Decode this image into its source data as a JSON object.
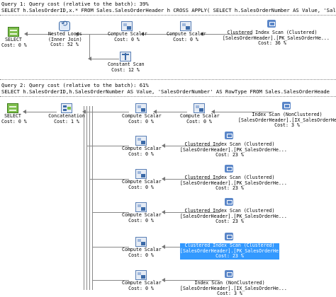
{
  "query1": {
    "title": "Query 1: Query cost (relative to the batch): 39%",
    "sql": "SELECT h.SalesOrderID,x.* FROM Sales.SalesOrderHeader h CROSS APPLY( SELECT h.SalesOrderNumber AS Value, 'Sal",
    "nodes": {
      "select": {
        "l1": "SELECT",
        "l2": "Cost: 0 %"
      },
      "nested": {
        "l1": "Nested Loops",
        "l2": "(Inner Join)",
        "l3": "Cost: 52 %"
      },
      "scalar1": {
        "l1": "Compute Scalar",
        "l2": "Cost: 0 %"
      },
      "scalar2": {
        "l1": "Compute Scalar",
        "l2": "Cost: 0 %"
      },
      "cis": {
        "l1": "Clustered Index Scan (Clustered)",
        "l2": "[SalesOrderHeader].[PK_SalesOrderHe...",
        "l3": "Cost: 36 %"
      },
      "const": {
        "l1": "Constant Scan",
        "l2": "Cost: 12 %"
      }
    }
  },
  "query2": {
    "title": "Query 2: Query cost (relative to the batch): 61%",
    "sql": "SELECT h.SalesOrderID,h.SalesOrderNumber AS Value, 'SalesOrderNumber' AS RowType FROM Sales.SalesOrderHeade",
    "nodes": {
      "select": {
        "l1": "SELECT",
        "l2": "Cost: 0 %"
      },
      "concat": {
        "l1": "Concatenation",
        "l2": "Cost: 1 %"
      },
      "r1_scalar_a": {
        "l1": "Compute Scalar",
        "l2": "Cost: 0 %"
      },
      "r1_scalar_b": {
        "l1": "Compute Scalar",
        "l2": "Cost: 0 %"
      },
      "r1_scan": {
        "l1": "Index Scan (NonClustered)",
        "l2": "[SalesOrderHeader].[IX_SalesOrderHe...",
        "l3": "Cost: 3 %"
      },
      "r2_scalar": {
        "l1": "Compute Scalar",
        "l2": "Cost: 0 %"
      },
      "r2_scan": {
        "l1": "Clustered Index Scan (Clustered)",
        "l2": "[SalesOrderHeader].[PK_SalesOrderHe...",
        "l3": "Cost: 23 %"
      },
      "r3_scalar": {
        "l1": "Compute Scalar",
        "l2": "Cost: 0 %"
      },
      "r3_scan": {
        "l1": "Clustered Index Scan (Clustered)",
        "l2": "[SalesOrderHeader].[PK_SalesOrderHe...",
        "l3": "Cost: 23 %"
      },
      "r4_scalar": {
        "l1": "Compute Scalar",
        "l2": "Cost: 0 %"
      },
      "r4_scan": {
        "l1": "Clustered Index Scan (Clustered)",
        "l2": "[SalesOrderHeader].[PK_SalesOrderHe...",
        "l3": "Cost: 23 %"
      },
      "r5_scalar": {
        "l1": "Compute Scalar",
        "l2": "Cost: 0 %"
      },
      "r5_scan": {
        "l1": "Clustered Index Scan (Clustered)",
        "l2": "[SalesOrderHeader].[PK_SalesOrderHe...",
        "l3": "Cost: 23 %"
      },
      "r6_scalar": {
        "l1": "Compute Scalar",
        "l2": "Cost: 0 %"
      },
      "r6_scan": {
        "l1": "Index Scan (NonClustered)",
        "l2": "[SalesOrderHeader].[IX_SalesOrderHe...",
        "l3": "Cost: 3 %"
      }
    }
  },
  "colors": {
    "highlight": "#3399ff",
    "select_icon": "#7fbf4d",
    "operator_icon": "#3b6aa8"
  }
}
